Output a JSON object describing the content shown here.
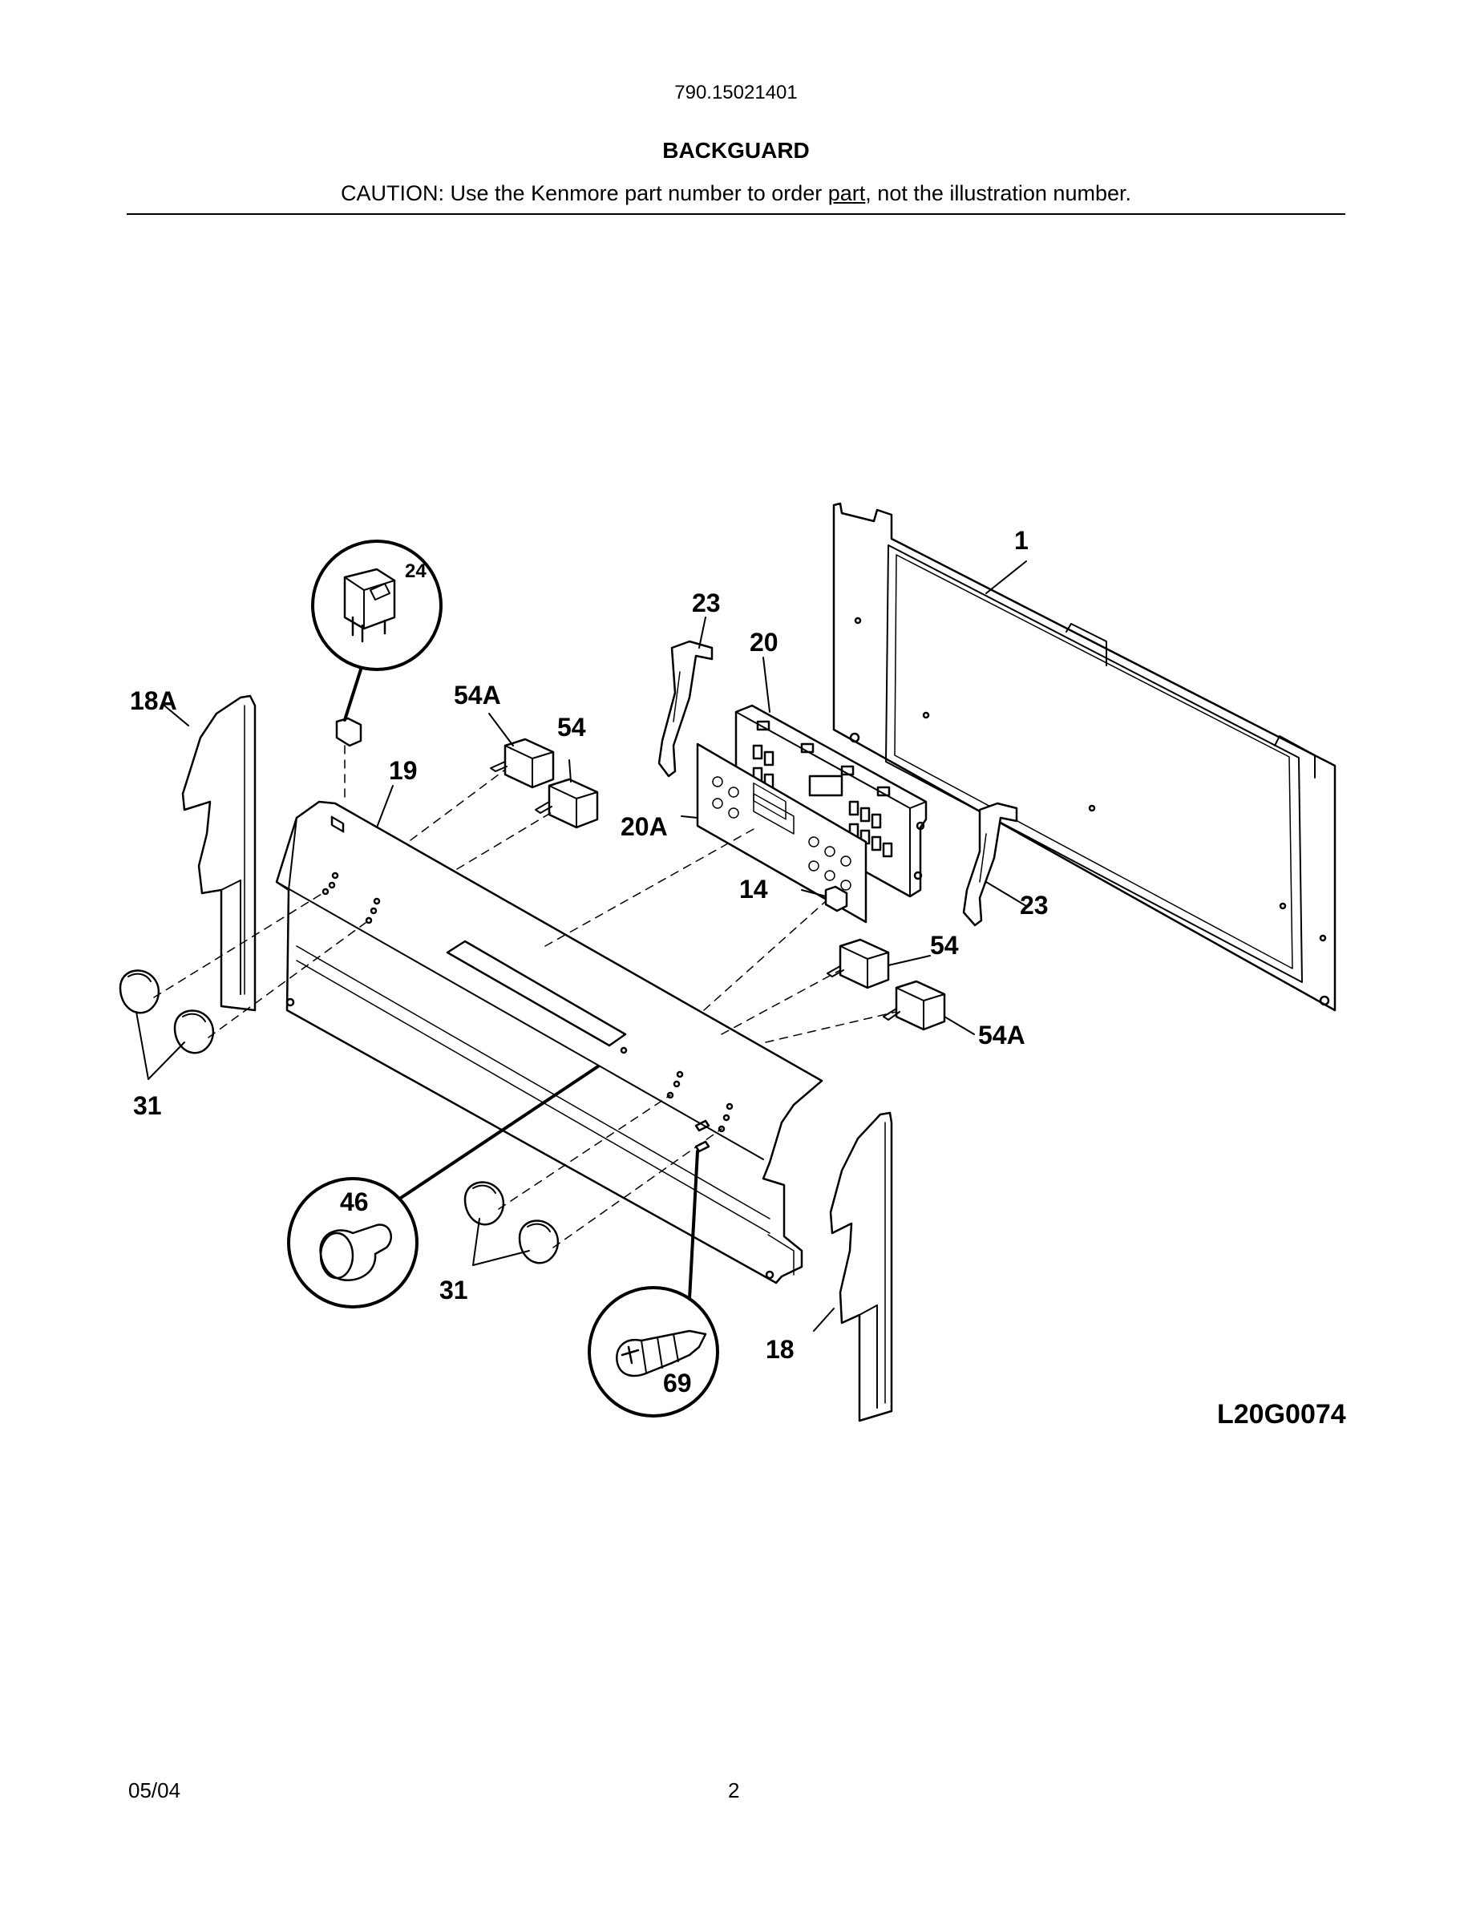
{
  "header": {
    "model_number": "790.15021401",
    "section_title": "BACKGUARD",
    "caution_prefix": "CAUTION: Use the Kenmore part number to order ",
    "caution_underlined": "part",
    "caution_suffix": ", not the illustration number."
  },
  "diagram": {
    "drawing_code": "L20G0074",
    "callouts": {
      "c1": "1",
      "c14": "14",
      "c18": "18",
      "c18a": "18A",
      "c19": "19",
      "c20": "20",
      "c20a": "20A",
      "c23_top": "23",
      "c23_right": "23",
      "c24": "24",
      "c31_left": "31",
      "c31_bottom": "31",
      "c46": "46",
      "c54_top": "54",
      "c54_right": "54",
      "c54a_top": "54A",
      "c54a_right": "54A",
      "c69": "69"
    }
  },
  "footer": {
    "date": "05/04",
    "page_number": "2"
  }
}
